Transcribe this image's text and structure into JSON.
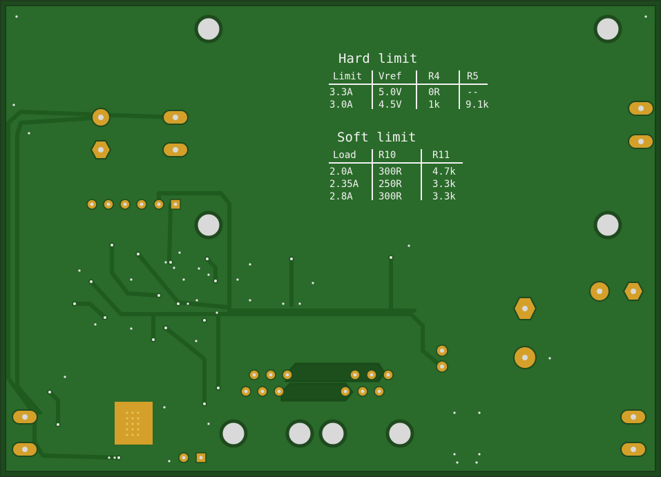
{
  "colors": {
    "board": "#2a6a2a",
    "board_edge": "#1e4a1e",
    "trace": "#1f5a1f",
    "pad_gold": "#d4a02a",
    "pad_drill": "#d9d9d9",
    "silk": "#f2f2f2"
  },
  "hard_limit": {
    "title": "Hard limit",
    "headers": [
      "Limit",
      "Vref",
      "R4",
      "R5"
    ],
    "rows": [
      [
        "3.3A",
        "5.0V",
        "0R",
        "--"
      ],
      [
        "3.0A",
        "4.5V",
        "1k",
        "9.1k"
      ]
    ]
  },
  "soft_limit": {
    "title": "Soft limit",
    "headers": [
      "Load",
      "R10",
      "R11"
    ],
    "rows": [
      [
        "2.0A",
        "300R",
        "4.7k"
      ],
      [
        "2.35A",
        "250R",
        "3.3k"
      ],
      [
        "2.8A",
        "300R",
        "3.3k"
      ]
    ]
  }
}
